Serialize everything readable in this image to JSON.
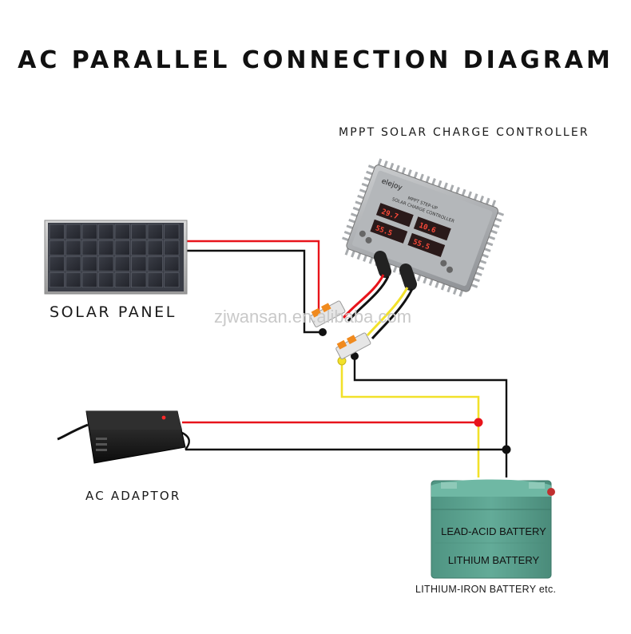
{
  "title": "AC PARALLEL CONNECTION DIAGRAM",
  "labels": {
    "controller": "MPPT SOLAR CHARGE CONTROLLER",
    "solar_panel": "SOLAR PANEL",
    "ac_adaptor": "AC ADAPTOR",
    "lithium_iron": "LITHIUM-IRON BATTERY etc."
  },
  "battery": {
    "line1": "LEAD-ACID BATTERY",
    "line2": "LITHIUM BATTERY"
  },
  "controller_device": {
    "brand": "elejoy",
    "model_line1": "MPPT STEP-UP",
    "model_line2": "SOLAR CHARGE CONTROLLER",
    "display_values": [
      "29.7",
      "10.6",
      "55.5",
      "55.5"
    ]
  },
  "watermark": "zjwansan.en.alibaba.com",
  "colors": {
    "positive_wire": "#e8141b",
    "negative_wire": "#111111",
    "signal_wire": "#f2e12a",
    "battery_body": "#5aa08e",
    "panel_cell": "#2d3038"
  }
}
